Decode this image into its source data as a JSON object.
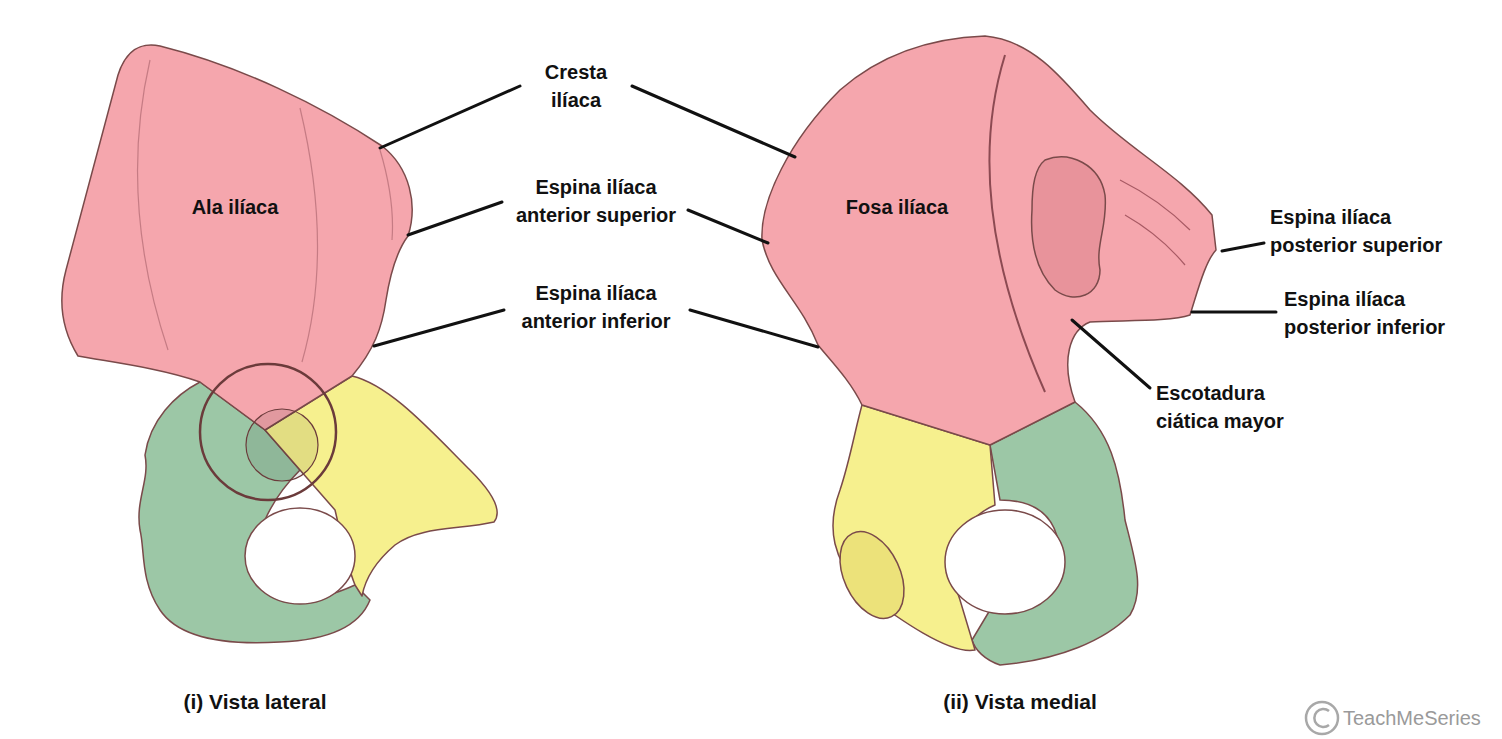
{
  "diagram": {
    "labels": [
      "Cresta ilíaca",
      "Espina ilíaca anterior superior",
      "Espina ilíaca anterior inferior",
      "Ala ilíaca",
      "Fosa ilíaca",
      "Espina ilíaca posterior superior",
      "Espina ilíaca posterior inferior",
      "Escotadura ciática mayor",
      "(i) Vista lateral",
      "(ii) Vista medial",
      "TeachMeSeries"
    ]
  }
}
